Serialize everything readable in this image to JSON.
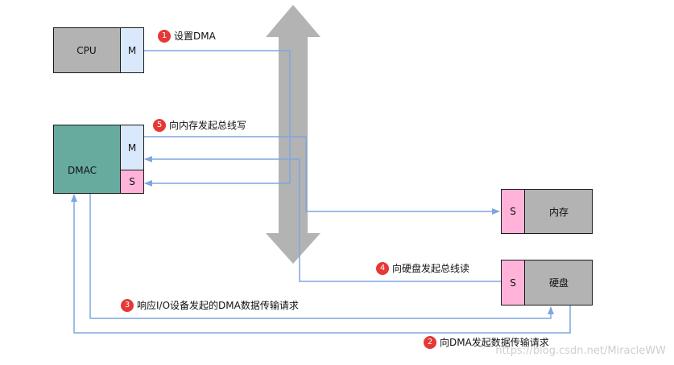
{
  "blocks": {
    "cpu": {
      "label": "CPU",
      "port": "M",
      "color": "#b3b3b3",
      "port_color": "#dae8fc"
    },
    "dmac": {
      "label": "DMAC",
      "port_master": "M",
      "port_slave": "S",
      "color": "#67ab9f",
      "port_master_color": "#dae8fc",
      "port_slave_color": "#ffb3d9"
    },
    "memory": {
      "label": "内存",
      "port": "S",
      "color": "#b3b3b3",
      "port_color": "#ffb3d9"
    },
    "disk": {
      "label": "硬盘",
      "port": "S",
      "color": "#b3b3b3",
      "port_color": "#ffb3d9"
    }
  },
  "bus": {
    "color": "#b3b3b3"
  },
  "arrow_color": "#7ea6e0",
  "badge_color": "#e53935",
  "steps": [
    {
      "num": "1",
      "text": "设置DMA"
    },
    {
      "num": "2",
      "text": "向DMA发起数据传输请求"
    },
    {
      "num": "3",
      "text": "响应I/O设备发起的DMA数据传输请求"
    },
    {
      "num": "4",
      "text": "向硬盘发起总线读"
    },
    {
      "num": "5",
      "text": "向内存发起总线写"
    }
  ],
  "watermark": "https://blog.csdn.net/MiracleWW"
}
